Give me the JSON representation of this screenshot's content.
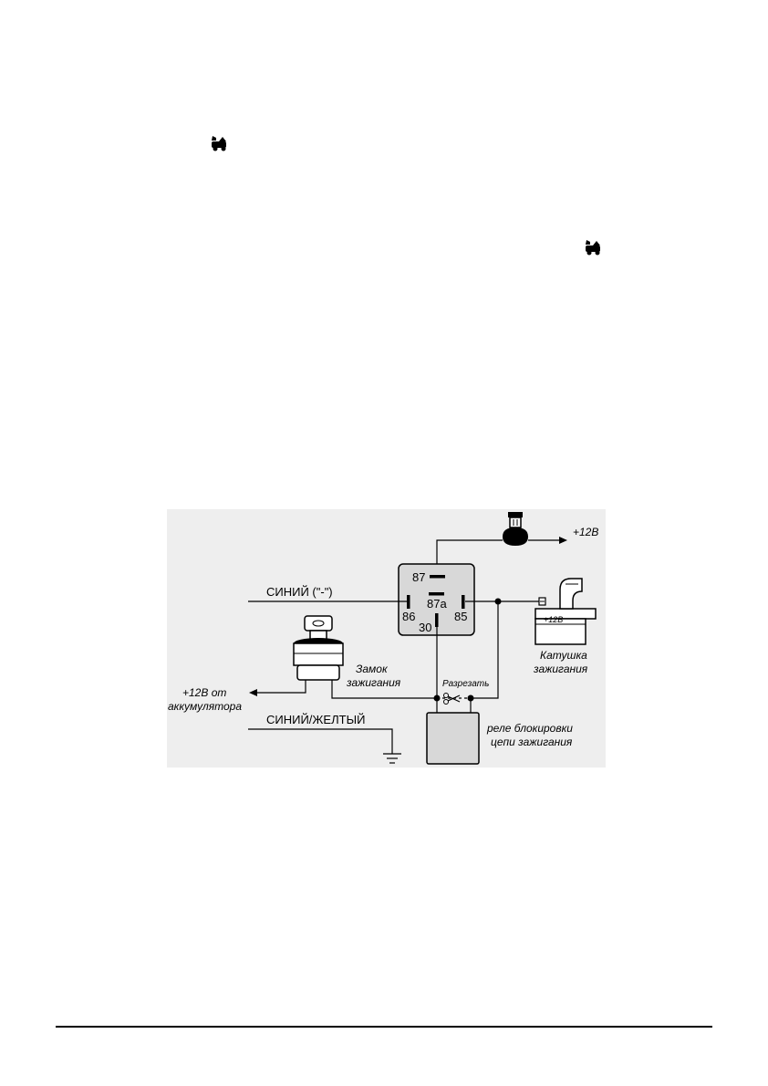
{
  "icons": {
    "top_left": "car-hood-open-icon",
    "right": "car-hood-open-icon"
  },
  "diagram": {
    "relay": {
      "pin_87": "87",
      "pin_87a": "87a",
      "pin_86": "86",
      "pin_85": "85",
      "pin_30": "30"
    },
    "labels": {
      "plus12_top": "+12В",
      "blue_minus": "СИНИЙ (\"-\")",
      "coil_line1": "Катушка",
      "coil_line2": "зажигания",
      "coil_plus": "+12В",
      "lock_line1": "Замок",
      "lock_line2": "зажигания",
      "battery_line1": "+12В от",
      "battery_line2": "аккумулятора",
      "cut": "Разрезать",
      "blue_yellow": "СИНИЙ/ЖЕЛТЫЙ",
      "block_relay_line1": "реле блокировки",
      "block_relay_line2": "цепи зажигания"
    },
    "colors": {
      "panel_bg": "#eeeeee",
      "relay_fill": "#d8d8d8",
      "line": "#000000"
    }
  }
}
